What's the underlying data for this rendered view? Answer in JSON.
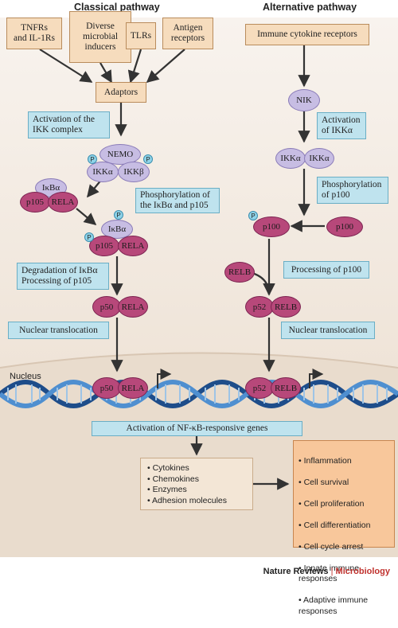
{
  "headers": {
    "classical": "Classical pathway",
    "alternative": "Alternative pathway"
  },
  "receptors": {
    "tnfr": "TNFRs\nand IL-1Rs",
    "microbial": "Diverse\nmicrobial\ninducers",
    "tlrs": "TLRs",
    "antigen": "Antigen\nreceptors",
    "cytokine": "Immune cytokine receptors"
  },
  "adaptors": "Adaptors",
  "labels": {
    "ikk_activation": "Activation of the\nIKK complex",
    "phosphorylation_ikba": "Phosphorylation of\nthe IκBα and p105",
    "degradation": "Degradation of IκBα\nProcessing of p105",
    "nuclear_left": "Nuclear translocation",
    "activation_ikka": "Activation\nof IKKα",
    "phosphorylation_p100": "Phosphorylation\nof p100",
    "processing_p100": "Processing of p100",
    "nuclear_right": "Nuclear translocation",
    "activation_genes": "Activation of NF-κB-responsive genes"
  },
  "proteins": {
    "nemo": "NEMO",
    "ikka": "IKKα",
    "ikkb": "IKKβ",
    "ikba": "IκBα",
    "p105": "p105",
    "rela": "RELA",
    "p50": "p50",
    "nik": "NIK",
    "p100": "p100",
    "relb": "RELB",
    "p52": "p52",
    "p": "P"
  },
  "nucleus": "Nucleus",
  "products": [
    "Cytokines",
    "Chemokines",
    "Enzymes",
    "Adhesion molecules"
  ],
  "outcomes": [
    "Inflammation",
    "Cell survival",
    "Cell proliferation",
    "Cell differentiation",
    "Cell cycle arrest",
    "Innate immune\n  responses",
    "Adaptive immune\n  responses"
  ],
  "footer": {
    "journal": "Nature Reviews",
    "separator": "|",
    "section": "Microbiology"
  },
  "colors": {
    "cytoplasm": "#f2ebe3",
    "nucleus": "#e9dccd",
    "receptor_box": "#f6dcbd",
    "label_box": "#bfe3ee",
    "subunit_purple": "#c7bde3",
    "subunit_magenta": "#b7487a",
    "outcome_box": "#f8c79b"
  }
}
